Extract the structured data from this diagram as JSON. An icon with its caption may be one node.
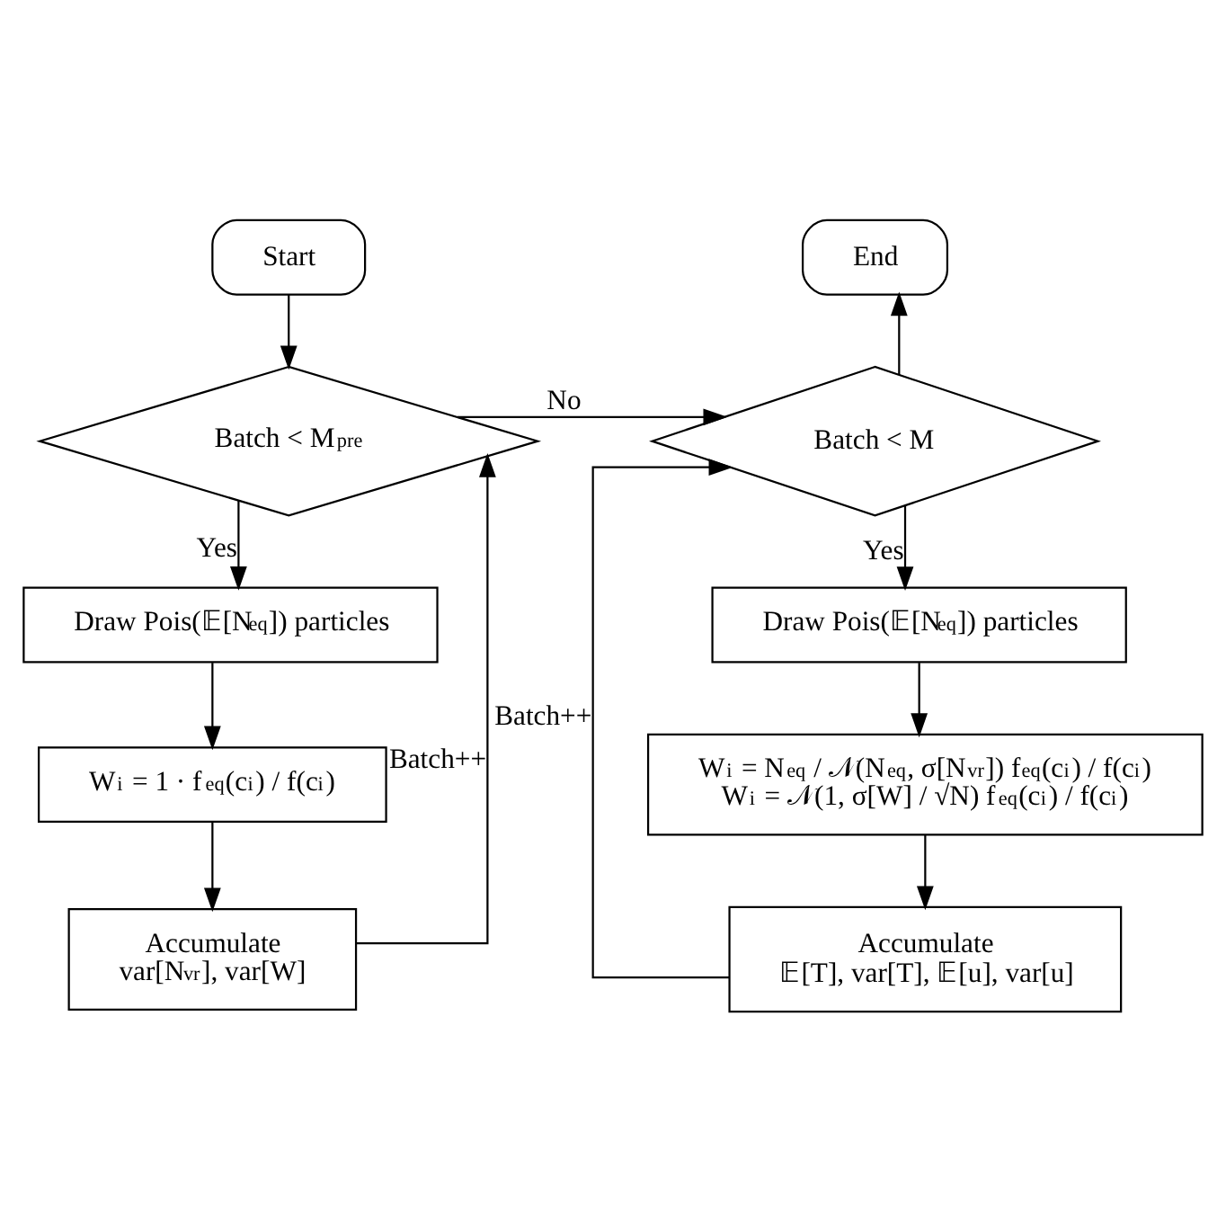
{
  "diagram": {
    "nodes": [
      {
        "text": [
          "Start"
        ]
      },
      {
        "text": [
          "Batch < M$_{pre}$"
        ]
      },
      {
        "text": [
          "Draw Pois(𝔼[N$_{eq}$]) particles"
        ]
      },
      {
        "text": [
          "W$_{i}$ = 1 · f$_{eq}$(c$_{i}$) / f(c$_{i}$)"
        ]
      },
      {
        "text": [
          "Accumulate",
          "var[N$_{vr}$], var[W]"
        ]
      },
      {
        "text": [
          "End"
        ]
      },
      {
        "text": [
          "Batch < M"
        ]
      },
      {
        "text": [
          "Draw Pois(𝔼[N$_{eq}$]) particles"
        ]
      },
      {
        "text": [
          "W$_{i}$ = N$_{eq}$ / 𝒩(N$_{eq}$, σ[N$_{vr}$]) f$_{eq}$(c$_{i}$) / f(c$_{i}$)",
          "W$_{i}$ = 𝒩(1, σ[W] / √N) f$_{eq}$(c$_{i}$) / f(c$_{i}$)"
        ]
      },
      {
        "text": [
          "Accumulate",
          "𝔼[T], var[T], 𝔼[u], var[u]"
        ]
      }
    ],
    "edges": [
      {
        "from": 0,
        "to": 1,
        "arrow": "to"
      },
      {
        "from": 1,
        "to": 2,
        "arrow": "to",
        "label": "Yes"
      },
      {
        "from": 2,
        "to": 3,
        "arrow": "to"
      },
      {
        "from": 3,
        "to": 4,
        "arrow": "to"
      },
      {
        "from": 4,
        "to": 1,
        "arrow": "to",
        "label": "Batch++"
      },
      {
        "from": 1,
        "to": 6,
        "arrow": "to",
        "label": "No"
      },
      {
        "from": 6,
        "to": 5,
        "arrow": "to"
      },
      {
        "from": 6,
        "to": 7,
        "arrow": "to",
        "label": "Yes"
      },
      {
        "from": 7,
        "to": 8,
        "arrow": "to"
      },
      {
        "from": 8,
        "to": 9,
        "arrow": "to"
      },
      {
        "from": 9,
        "to": 6,
        "arrow": "to",
        "label": "Batch++"
      }
    ]
  }
}
